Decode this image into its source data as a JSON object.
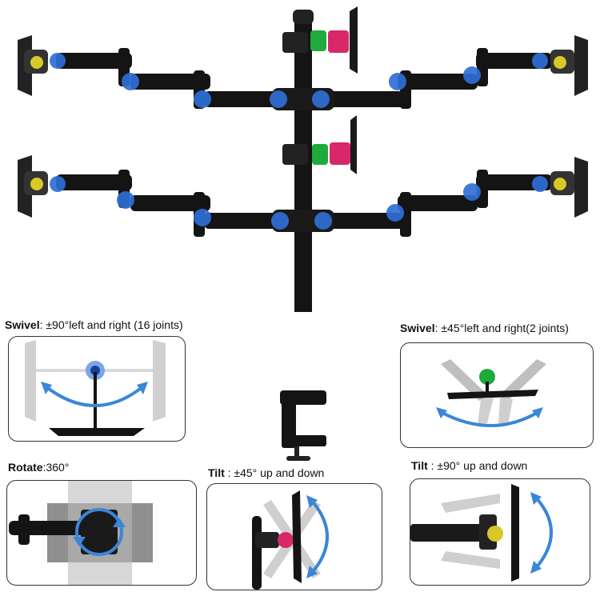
{
  "colors": {
    "arm": "#141414",
    "joint_blue": "#2f6fd6",
    "joint_green": "#1faa3c",
    "joint_red": "#d8286a",
    "joint_yellow": "#d9c82a",
    "arrow_blue": "#3a86d8",
    "ghost_gray": "#c8c8c8"
  },
  "captions": {
    "swivel_left": {
      "bold": "Swivel",
      "rest": ": ±90°left and right (16 joints)"
    },
    "swivel_right": {
      "bold": "Swivel",
      "rest": ": ±45°left and right(2 joints)"
    },
    "rotate": {
      "bold": "Rotate",
      "rest": ":360°"
    },
    "tilt_mid": {
      "bold": "Tilt",
      "rest": " : ±45° up and down"
    },
    "tilt_right": {
      "bold": "Tilt",
      "rest": " : ±90° up and down"
    }
  }
}
